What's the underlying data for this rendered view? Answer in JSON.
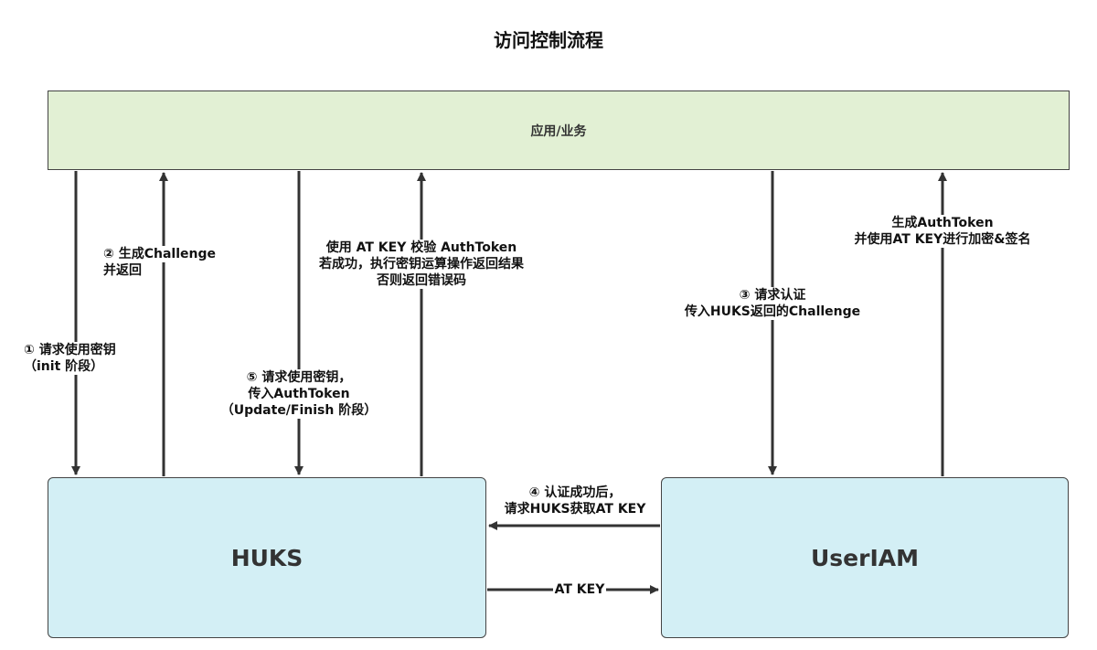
{
  "title": "访问控制流程",
  "nodes": {
    "app": "应用/业务",
    "huks": "HUKS",
    "useriam": "UserIAM"
  },
  "labels": {
    "step1_line1": "① 请求使用密钥",
    "step1_line2": "（init 阶段）",
    "step2_line1": "② 生成Challenge",
    "step2_line2": "并返回",
    "step5_line1": "⑤ 请求使用密钥，",
    "step5_line2": "传入AuthToken",
    "step5_line3": "（Update/Finish 阶段）",
    "verify_line1": "使用 AT KEY 校验 AuthToken",
    "verify_line2": "若成功，执行密钥运算操作返回结果",
    "verify_line3": "否则返回错误码",
    "step3_line1": "③ 请求认证",
    "step3_line2": "传入HUKS返回的Challenge",
    "token_line1": "生成AuthToken",
    "token_line2": "并使用AT KEY进行加密&签名",
    "step4_line1": "④ 认证成功后，",
    "step4_line2": "请求HUKS获取AT KEY",
    "atkey": "AT KEY"
  }
}
